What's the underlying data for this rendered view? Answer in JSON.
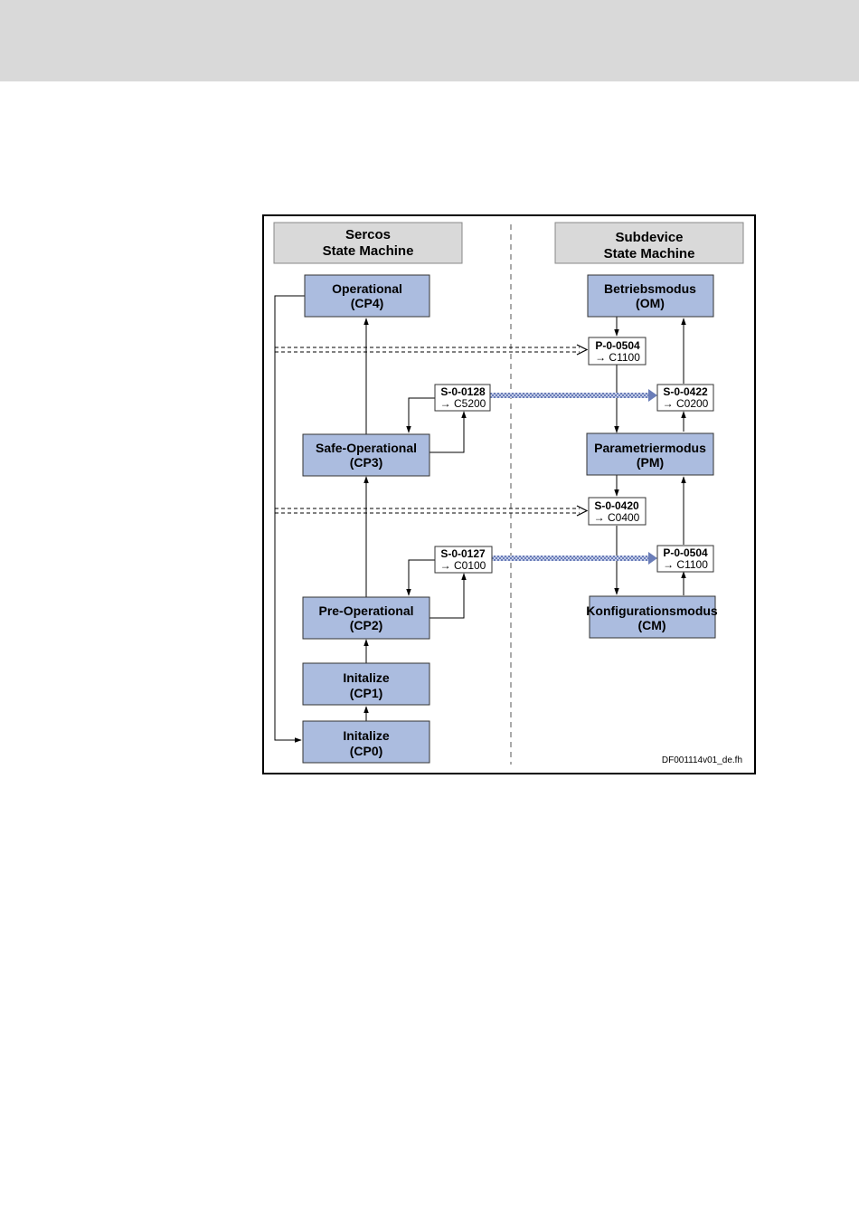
{
  "headers": {
    "left": [
      "Sercos",
      "State Machine"
    ],
    "right": [
      "Subdevice",
      "State Machine"
    ]
  },
  "sercos_states": [
    {
      "id": "cp4",
      "name": "Operational",
      "code": "(CP4)"
    },
    {
      "id": "cp3",
      "name": "Safe-Operational",
      "code": "(CP3)"
    },
    {
      "id": "cp2",
      "name": "Pre-Operational",
      "code": "(CP2)"
    },
    {
      "id": "cp1",
      "name": "Initalize",
      "code": "(CP1)"
    },
    {
      "id": "cp0",
      "name": "Initalize",
      "code": "(CP0)"
    }
  ],
  "subdevice_states": [
    {
      "id": "om",
      "name": "Betriebsmodus",
      "code": "(OM)"
    },
    {
      "id": "pm",
      "name": "Parametriermodus",
      "code": "(PM)"
    },
    {
      "id": "cm",
      "name": "Konfigurationsmodus",
      "code": "(CM)"
    }
  ],
  "params": [
    {
      "id": "p0504_om",
      "param": "P-0-0504",
      "value": "→ C1100"
    },
    {
      "id": "s0128",
      "param": "S-0-0128",
      "value": "→ C5200"
    },
    {
      "id": "s0422",
      "param": "S-0-0422",
      "value": "→ C0200"
    },
    {
      "id": "s0420",
      "param": "S-0-0420",
      "value": "→ C0400"
    },
    {
      "id": "s0127",
      "param": "S-0-0127",
      "value": "→ C0100"
    },
    {
      "id": "p0504_cm",
      "param": "P-0-0504",
      "value": "→ C1100"
    }
  ],
  "figure_id": "DF001114v01_de.fh",
  "colors": {
    "state_fill": "#abbcdf",
    "header_fill": "#d9d9d9",
    "hatched_arrow": "#6a7db8",
    "top_band": "#d9d9d9"
  }
}
